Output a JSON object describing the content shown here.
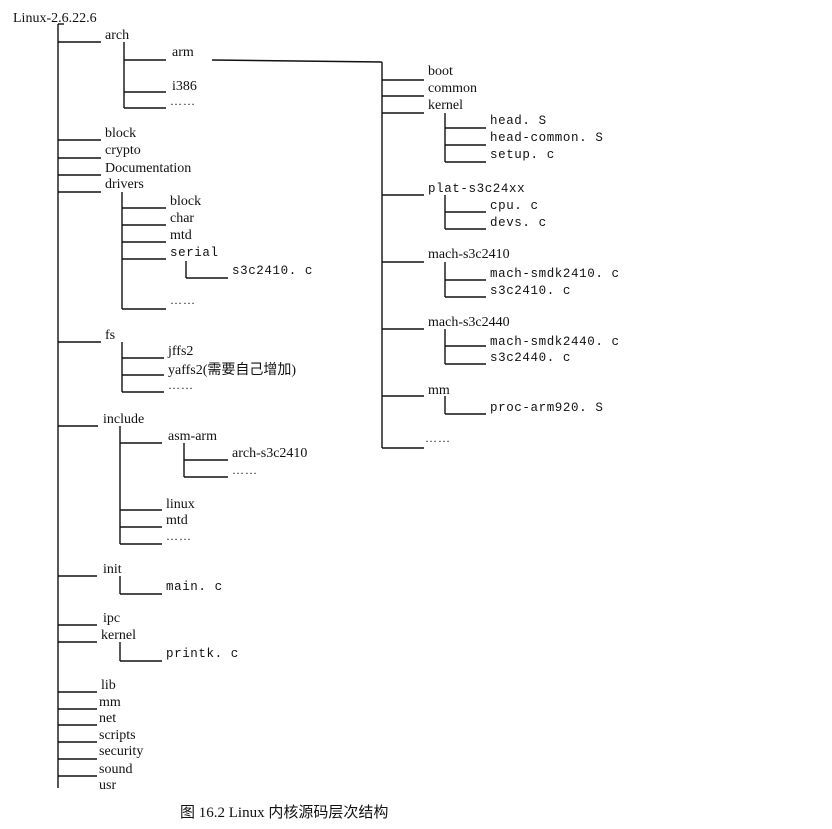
{
  "diagram": {
    "root": "Linux-2.6.22.6",
    "nodes": {
      "arch": "arch",
      "arm": "arm",
      "i386": "i386",
      "arch_more": "……",
      "boot": "boot",
      "common": "common",
      "kernel_arm": "kernel",
      "head_S": "head. S",
      "head_common_S": "head-common. S",
      "setup_c": "setup. c",
      "plat_s3c24xx": "plat-s3c24xx",
      "cpu_c": "cpu. c",
      "devs_c": "devs. c",
      "mach_s3c2410": "mach-s3c2410",
      "mach_smdk2410_c": "mach-smdk2410. c",
      "s3c2410_c_mach": "s3c2410. c",
      "mach_s3c2440": "mach-s3c2440",
      "mach_smdk2440_c": "mach-smdk2440. c",
      "s3c2440_c": "s3c2440. c",
      "mm_arm": "mm",
      "proc_arm920_S": "proc-arm920. S",
      "arm_more": "……",
      "block": "block",
      "crypto": "crypto",
      "documentation": "Documentation",
      "drivers": "drivers",
      "drv_block": "block",
      "drv_char": "char",
      "drv_mtd": "mtd",
      "drv_serial": "serial",
      "s3c2410_c_serial": "s3c2410. c",
      "drv_more": "……",
      "fs": "fs",
      "jffs2": "jffs2",
      "yaffs2": "yaffs2(需要自己增加)",
      "fs_more": "……",
      "include": "include",
      "asm_arm": "asm-arm",
      "arch_s3c2410": "arch-s3c2410",
      "asm_more": "……",
      "inc_linux": "linux",
      "inc_mtd": "mtd",
      "inc_more": "……",
      "init": "init",
      "main_c": "main. c",
      "ipc": "ipc",
      "kernel": "kernel",
      "printk_c": "printk. c",
      "lib": "lib",
      "mm": "mm",
      "net": "net",
      "scripts": "scripts",
      "security": "security",
      "sound": "sound",
      "usr": "usr"
    }
  },
  "caption": "图 16.2    Linux 内核源码层次结构"
}
